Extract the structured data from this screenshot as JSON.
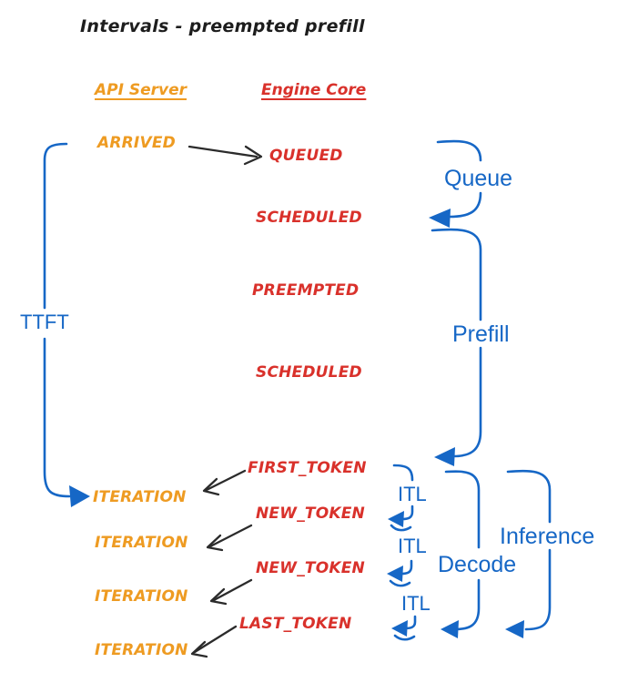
{
  "title": "Intervals - preempted prefill",
  "columns": {
    "api_server": "API Server",
    "engine_core": "Engine Core"
  },
  "api_server_events": {
    "arrived": "ARRIVED",
    "iteration_1": "ITERATION",
    "iteration_2": "ITERATION",
    "iteration_3": "ITERATION",
    "iteration_4": "ITERATION"
  },
  "engine_core_events": {
    "queued": "QUEUED",
    "scheduled_1": "SCHEDULED",
    "preempted": "PREEMPTED",
    "scheduled_2": "SCHEDULED",
    "first_token": "FIRST_TOKEN",
    "new_token_1": "NEW_TOKEN",
    "new_token_2": "NEW_TOKEN",
    "last_token": "LAST_TOKEN"
  },
  "interval_labels": {
    "ttft": "TTFT",
    "queue": "Queue",
    "prefill": "Prefill",
    "itl_1": "ITL",
    "itl_2": "ITL",
    "itl_3": "ITL",
    "decode": "Decode",
    "inference": "Inference"
  },
  "colors": {
    "api_server_accent": "#EE9B22",
    "engine_core_accent": "#D9312B",
    "interval_accent": "#1667C6",
    "ink": "#2B2B2B"
  }
}
